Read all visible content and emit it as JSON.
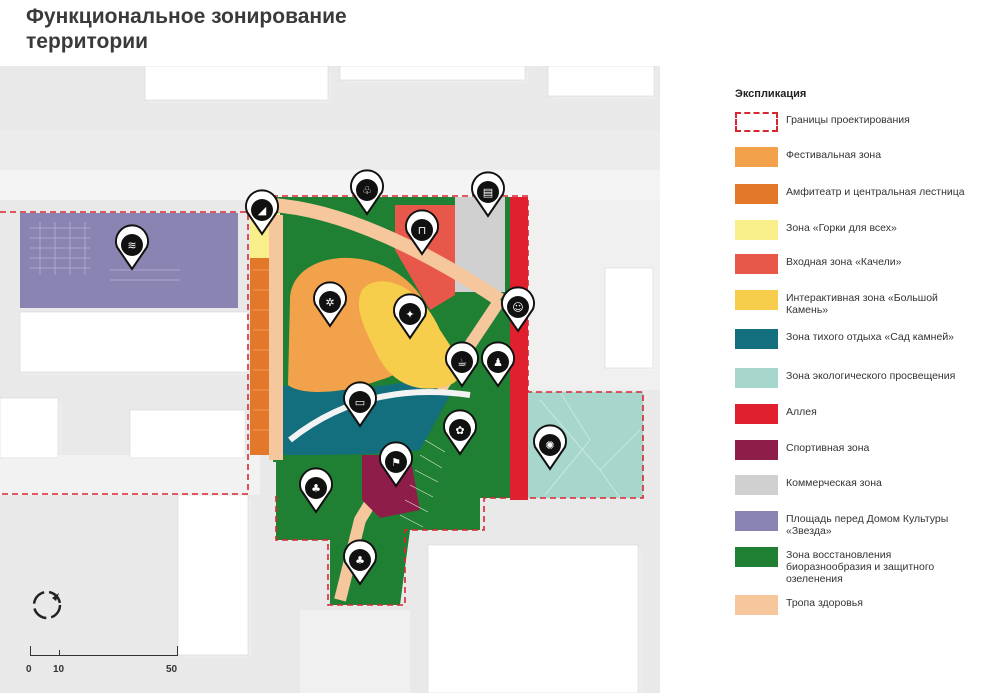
{
  "page": {
    "title": "Функциональное зонирование территории"
  },
  "legend": {
    "title": "Экспликация",
    "items": [
      {
        "label": "Границы проектирования",
        "color": "#d72832",
        "style": "dashed"
      },
      {
        "label": "Фестивальная зона",
        "color": "#f2a24a"
      },
      {
        "label": "Амфитеатр и центральная лестница",
        "color": "#e4782a"
      },
      {
        "label": "Зона «Горки для всех»",
        "color": "#f8ef8a"
      },
      {
        "label": "Входная зона «Качели»",
        "color": "#e8584a"
      },
      {
        "label": "Интерактивная зона «Большой Камень»",
        "color": "#f7cd4c"
      },
      {
        "label": "Зона тихого отдыха «Сад камней»",
        "color": "#136f7e"
      },
      {
        "label": "Зона экологического просвещения",
        "color": "#a6d6cc"
      },
      {
        "label": "Аллея",
        "color": "#e0202e"
      },
      {
        "label": "Спортивная зона",
        "color": "#8e1d4a"
      },
      {
        "label": "Коммерческая зона",
        "color": "#d0d0d0"
      },
      {
        "label": "Площадь перед Домом Культуры «Звезда»",
        "color": "#8a84b3"
      },
      {
        "label": "Зона восстановления биоразнообразия и защитного озеленения",
        "color": "#1f7f32"
      },
      {
        "label": "Тропа здоровья",
        "color": "#f6c79c"
      }
    ]
  },
  "scale": {
    "labels": [
      "0",
      "10",
      "50"
    ]
  },
  "map": {
    "icons": [
      "cinema-icon",
      "eco-tree-icon",
      "slide-icon",
      "train-icon",
      "swing-icon",
      "mosaic-icon",
      "dance-icon",
      "people-icon",
      "coffee-icon",
      "toilet-icon",
      "stones-icon",
      "flower-icon",
      "seed-icon",
      "sport-icon",
      "tree-icon",
      "tree-icon-2"
    ]
  }
}
